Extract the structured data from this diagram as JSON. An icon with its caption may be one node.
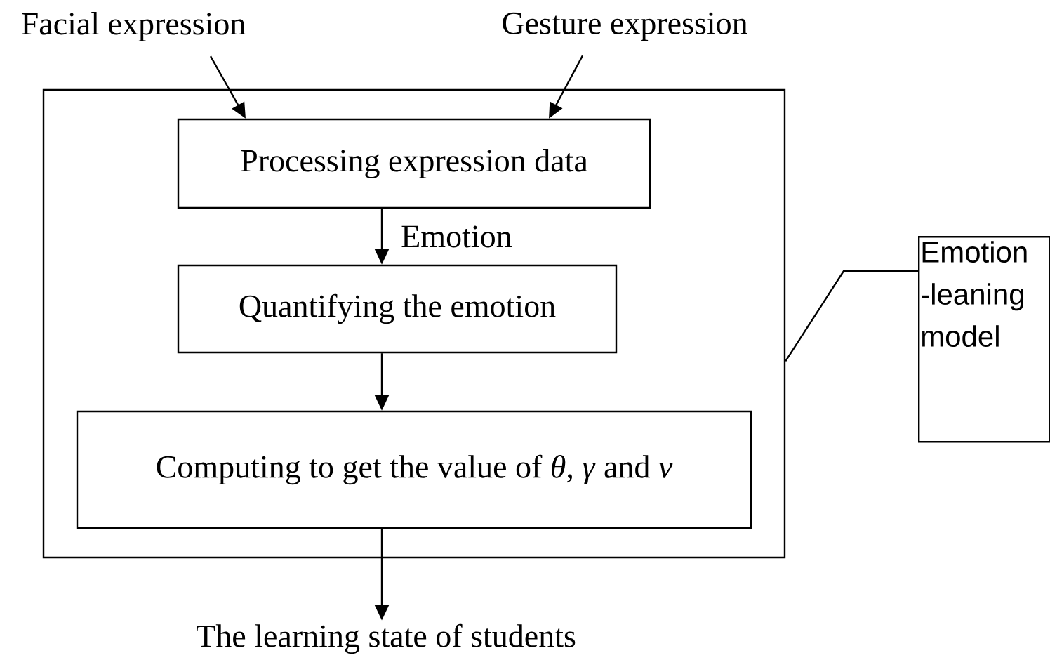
{
  "diagram": {
    "nodes": [
      {
        "text": [
          "Facial expression"
        ]
      },
      {
        "text": [
          "Gesture expression"
        ]
      },
      {
        "text": [],
        "shape": "box"
      },
      {
        "text": [
          "Processing expression data"
        ],
        "in": 2
      },
      {
        "text": [
          "Quantifying the emotion"
        ],
        "in": 2
      },
      {
        "text": [
          "Computing to get the value of *θ*, *γ* and *v*"
        ],
        "in": 2
      },
      {
        "text": [
          "The learning state of students"
        ]
      },
      {
        "text": [
          "Emotion -leaning model"
        ]
      }
    ],
    "edges": [
      {
        "from": 0,
        "to": 3,
        "arrow": "to"
      },
      {
        "from": 1,
        "to": 3,
        "arrow": "to"
      },
      {
        "from": 3,
        "to": 4,
        "arrow": "to",
        "label": "Emotion"
      },
      {
        "from": 4,
        "to": 5,
        "arrow": "to"
      },
      {
        "from": 5,
        "to": 6,
        "arrow": "to"
      },
      {
        "from": 7,
        "to": 2,
        "arrow": "none"
      }
    ]
  }
}
